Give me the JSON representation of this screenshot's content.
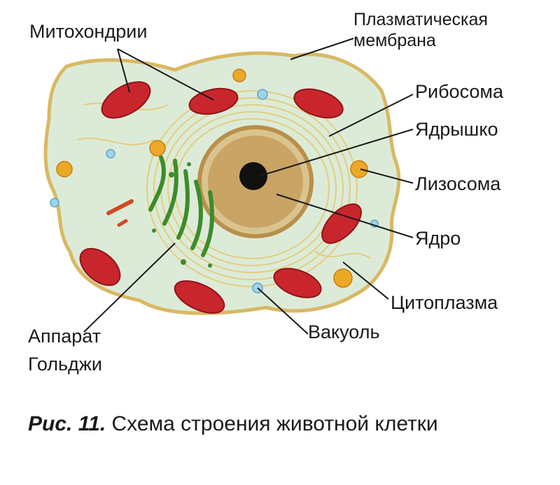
{
  "labels": {
    "mitochondria": "Митохондрии",
    "membrane_line1": "Плазматическая",
    "membrane_line2": "мембрана",
    "ribosome": "Рибосома",
    "nucleolus": "Ядрышко",
    "lysosome": "Лизосома",
    "nucleus": "Ядро",
    "cytoplasm": "Цитоплазма",
    "vacuole": "Вакуоль",
    "golgi_line1": "Аппарат",
    "golgi_line2": "Гольджи"
  },
  "caption": {
    "figure": "Рис. 11.",
    "text": " Схема строения животной клетки"
  },
  "colors": {
    "cytoplasm": "#dcebd8",
    "membrane": "#e4c98a",
    "mitochondria": "#c8262c",
    "nucleus": "#c9a465",
    "nucleolus": "#111111",
    "lysosome": "#eda828",
    "golgi": "#3c8c2a",
    "vacuole": "#9fd3ea"
  }
}
